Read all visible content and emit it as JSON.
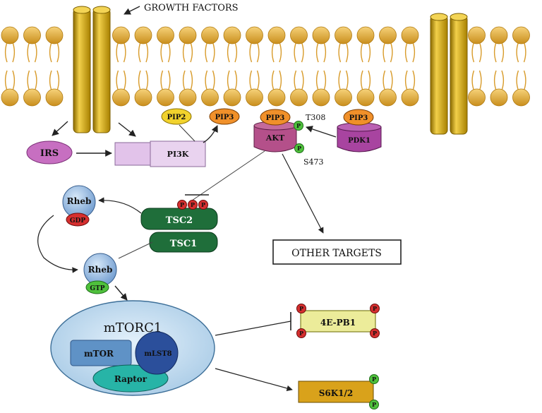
{
  "labels": {
    "growth_factors": "GROWTH FACTORS",
    "irs": "IRS",
    "pi3k": "PI3K",
    "pip2": "PIP2",
    "pip3": "PIP3",
    "akt": "AKT",
    "pdk1": "PDK1",
    "t308": "T308",
    "s473": "S473",
    "p": "P",
    "rheb": "Rheb",
    "gdp": "GDP",
    "gtp": "GTP",
    "tsc2": "TSC2",
    "tsc1": "TSC1",
    "other_targets": "OTHER TARGETS",
    "mtorc1": "mTORC1",
    "mtor": "mTOR",
    "mlst8": "mLST8",
    "raptor": "Raptor",
    "eif4ebp1": "4E-PB1",
    "s6k": "S6K1/2"
  },
  "colors": {
    "lipid_head": "#e9b634",
    "lipid_tail": "#d89b2a",
    "receptor": "#d7ad1a",
    "irs": "#c76fc1",
    "pi3k": "#e2c3ea",
    "pip2": "#f1d22d",
    "pip3": "#f0902a",
    "akt": "#b4508a",
    "pdk1": "#a844a0",
    "phospho_green": "#4fc13c",
    "phospho_red": "#d62f2f",
    "rheb": "#8fb7e1",
    "tsc": "#1f6e3a",
    "mtorc1_bg": "#c6e0f2",
    "mtor": "#5f92c6",
    "mlst8": "#2b4f9b",
    "raptor": "#27b4a7",
    "eif4ebp1": "#ecec9a",
    "s6k": "#d9a21b"
  }
}
